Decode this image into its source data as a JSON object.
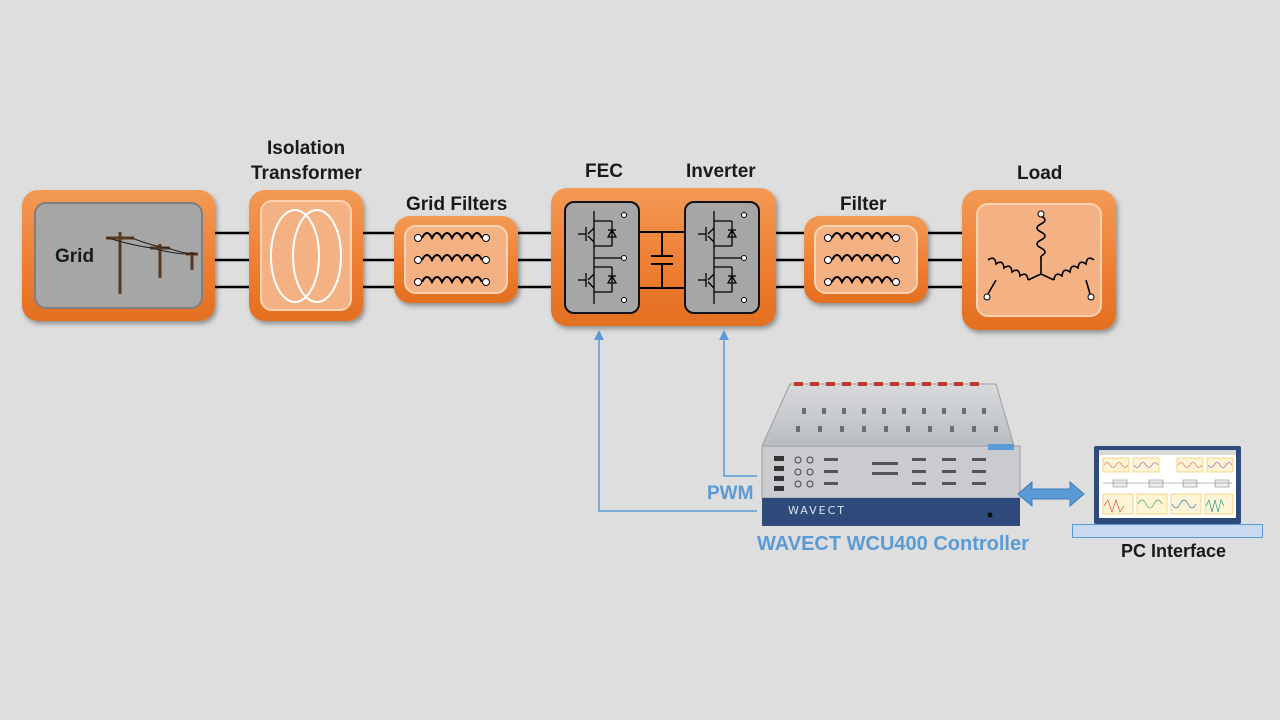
{
  "labels": {
    "grid": "Grid",
    "isolation_transformer": [
      "Isolation",
      "Transformer"
    ],
    "grid_filters": "Grid Filters",
    "fec": "FEC",
    "inverter": "Inverter",
    "filter": "Filter",
    "load": "Load",
    "pwm": "PWM",
    "controller": "WAVECT WCU400 Controller",
    "pc_interface": "PC Interface",
    "controller_brand": "WAVECT"
  },
  "colors": {
    "block_orange": "#ee7d31",
    "block_inner": "#f4b183",
    "grid_gray": "#a6a6a6",
    "signal_blue": "#5b9bd5",
    "chassis_gray": "#c9cbcf",
    "chassis_navy": "#2e4a7a"
  }
}
